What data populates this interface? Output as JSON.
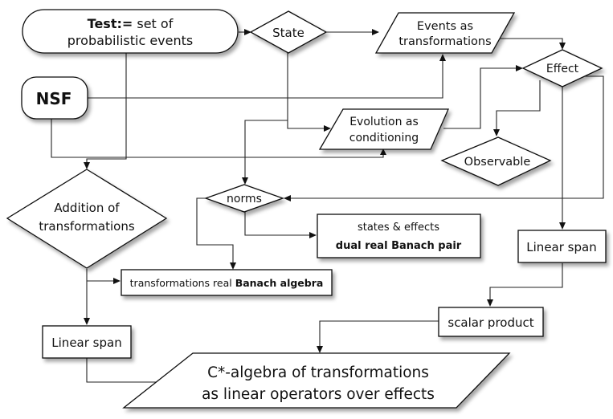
{
  "nodes": {
    "test": {
      "bold": "Test:=",
      "rest": " set of",
      "line2": "probabilistic events"
    },
    "state": {
      "label": "State"
    },
    "events_trans": {
      "line1": "Events as",
      "line2": "transformations"
    },
    "effect": {
      "label": "Effect"
    },
    "nsf": {
      "label": "NSF"
    },
    "evolution": {
      "line1": "Evolution as",
      "line2": "conditioning"
    },
    "observable": {
      "label": "Observable"
    },
    "addition": {
      "line1": "Addition of",
      "line2": "transformations"
    },
    "norms": {
      "label": "norms"
    },
    "states_effects": {
      "line1": "states & effects",
      "line2": "dual real Banach pair"
    },
    "linear_span_right": {
      "label": "Linear span"
    },
    "banach_algebra": {
      "text": "transformations real ",
      "bold": "Banach algebra"
    },
    "scalar_product": {
      "label": "scalar product"
    },
    "linear_span_left": {
      "label": "Linear span"
    },
    "cstar": {
      "line1": "C*-algebra of transformations",
      "line2": "as linear operators over effects"
    }
  }
}
